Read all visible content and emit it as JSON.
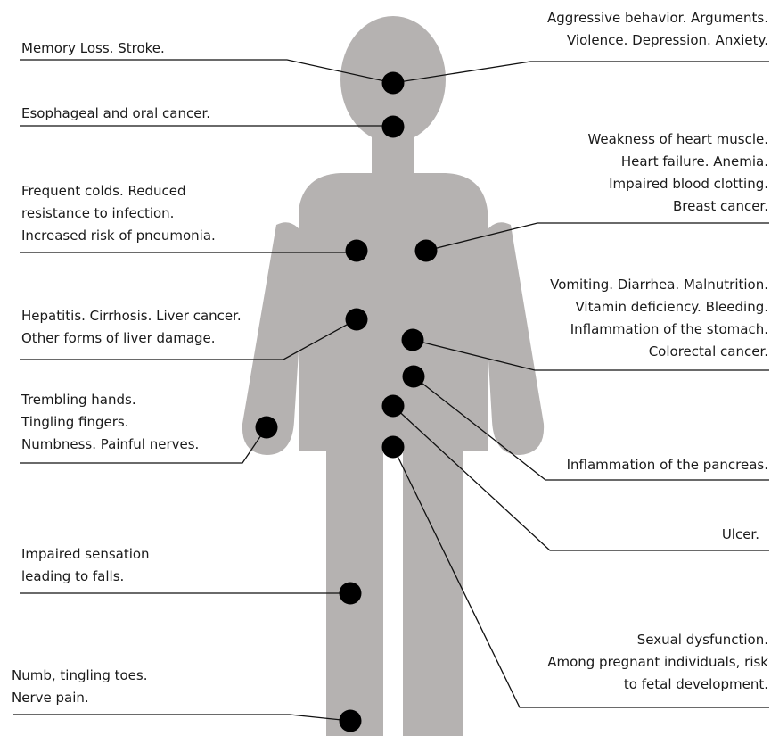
{
  "colors": {
    "body": "#b5b2b1",
    "dot": "#000000",
    "line": "#111111",
    "text": "#1a1a1a"
  },
  "labels": {
    "memory": [
      "Memory Loss. Stroke."
    ],
    "esophageal": [
      "Esophageal and oral cancer."
    ],
    "colds": [
      "Frequent colds. Reduced",
      "resistance to infection.",
      "Increased risk of pneumonia."
    ],
    "liver": [
      "Hepatitis. Cirrhosis. Liver cancer.",
      "Other forms of liver damage."
    ],
    "hands": [
      "Trembling hands.",
      "Tingling fingers.",
      "Numbness. Painful nerves."
    ],
    "sensation": [
      "Impaired sensation",
      "leading to falls."
    ],
    "toes": [
      "Numb, tingling toes.",
      "Nerve pain."
    ],
    "behavior": [
      "Aggressive behavior. Arguments.",
      "Violence. Depression. Anxiety."
    ],
    "heart": [
      "Weakness of heart muscle.",
      "Heart failure. Anemia.",
      "Impaired blood clotting.",
      "Breast cancer."
    ],
    "stomach": [
      "Vomiting. Diarrhea. Malnutrition.",
      "Vitamin deficiency. Bleeding.",
      "Inflammation of the stomach.",
      "Colorectal cancer."
    ],
    "pancreas": [
      "Inflammation of the pancreas."
    ],
    "ulcer": [
      "Ulcer."
    ],
    "sexual": [
      "Sexual dysfunction.",
      "Among pregnant individuals, risk",
      "to fetal development."
    ]
  }
}
